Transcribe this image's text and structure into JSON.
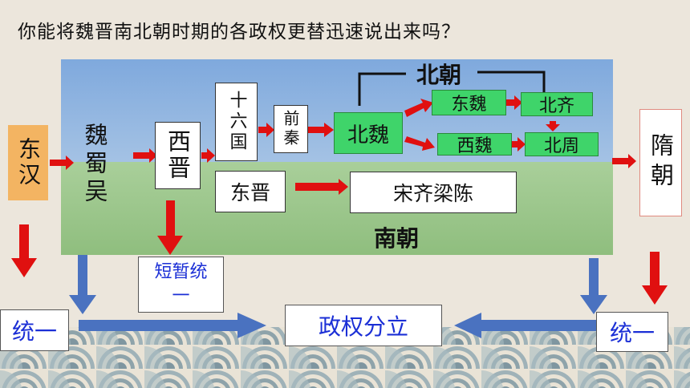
{
  "question": "你能将魏晋南北朝时期的各政权更替迅速说出来吗？",
  "labels": {
    "north": "北朝",
    "south": "南朝"
  },
  "boxes": {
    "donghan": "东汉",
    "weishuwu": "魏蜀吴",
    "xijin": "西晋",
    "shiliuguo": "十六国",
    "qianqin": "前秦",
    "beiwei": "北魏",
    "dongwei": "东魏",
    "beiqi": "北齐",
    "xiwei": "西魏",
    "beizhou": "北周",
    "dongjin": "东晋",
    "songqiliangchen": "宋齐梁陈",
    "sui": "隋朝",
    "duanzan": "短暂统一",
    "tongyi_left": "统一",
    "tongyi_right": "统一",
    "zhengquanfenli": "政权分立"
  },
  "colors": {
    "red_arrow": "#e01010",
    "blue_arrow": "#4a72c0",
    "green_box": "#3fd46a",
    "blue_text": "#1b2fd6",
    "orange_box": "#f3b462"
  }
}
